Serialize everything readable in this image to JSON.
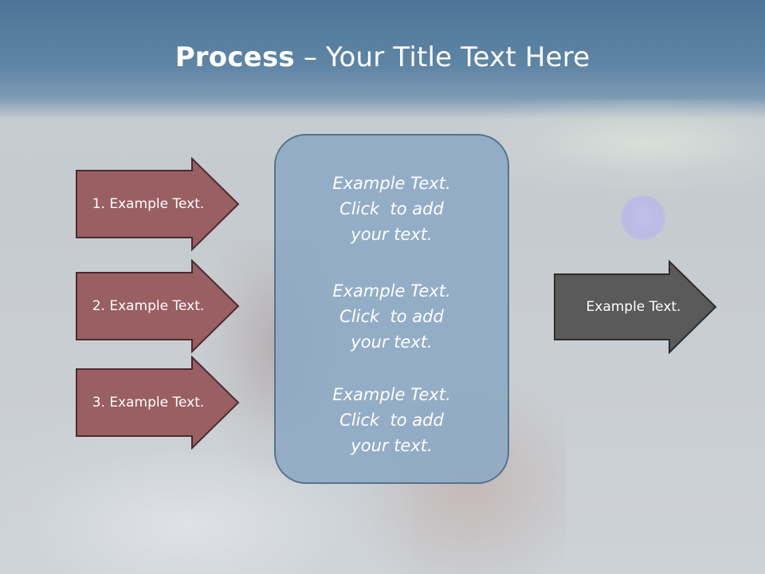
{
  "slide": {
    "title_bold": "Process",
    "title_rest": " – Your Title Text Here",
    "left_arrows": [
      {
        "label": "1. Example Text."
      },
      {
        "label": "2. Example Text."
      },
      {
        "label": "3. Example Text."
      }
    ],
    "center_box": {
      "paragraphs": [
        "Example Text.\nClick  to add\nyour text.",
        "Example Text.\nClick  to add\nyour text.",
        "Example Text.\nClick  to add\nyour text."
      ]
    },
    "right_arrow": {
      "label": "Example Text."
    }
  },
  "colors": {
    "left_arrow_fill": "#9a5f62",
    "left_arrow_stroke": "#4a2b2d",
    "right_arrow_fill": "#5a5a5a",
    "right_arrow_stroke": "#2c2c2c",
    "center_box_fill": "#8aa8c4",
    "center_box_stroke": "#56728c",
    "title_band": "#5a7fa0"
  }
}
